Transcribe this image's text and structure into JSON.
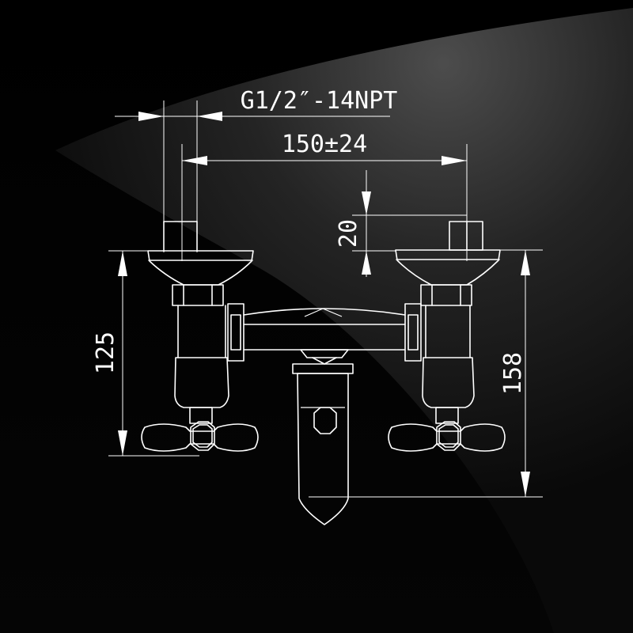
{
  "drawing": {
    "background_color": "#000000",
    "line_color": "#ffffff",
    "dimensions": {
      "thread": "G1/2″-14NPT",
      "spacing": "150±24",
      "rise": "20",
      "left_height": "125",
      "right_height": "158"
    }
  }
}
